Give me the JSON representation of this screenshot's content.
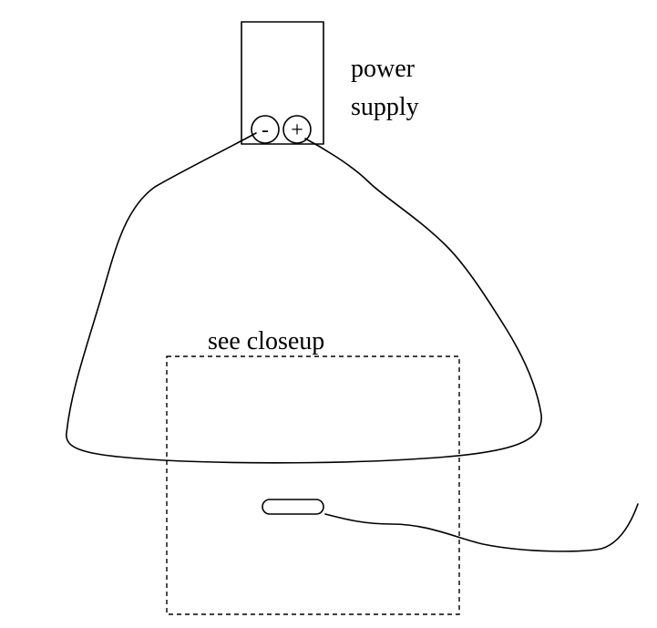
{
  "labels": {
    "power_line1": "power",
    "power_line2": "supply",
    "closeup": "see closeup"
  },
  "terminals": {
    "negative": "-",
    "positive": "+"
  },
  "colors": {
    "stroke": "#000000",
    "background": "#ffffff"
  }
}
